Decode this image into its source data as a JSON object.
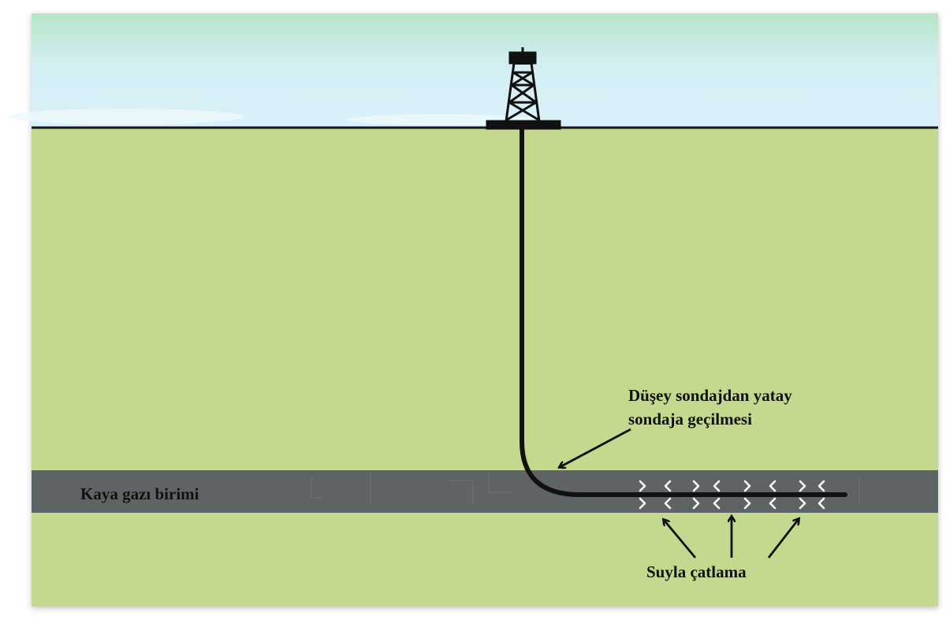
{
  "labels": {
    "shale_unit": "Kaya gazı birimi",
    "transition_line1": "Düşey sondajdan yatay",
    "transition_line2": "sondaja geçilmesi",
    "hydraulic_fracturing": "Suyla çatlama"
  },
  "icons": {
    "rig": "drilling-rig-icon"
  },
  "colors": {
    "sky_top": "#b9e6c9",
    "sky_bottom": "#d6f0f7",
    "ground": "#c3d98d",
    "shale_layer": "#5e6466",
    "well": "#111111",
    "fracture": "#ffffff",
    "text": "#111111"
  }
}
